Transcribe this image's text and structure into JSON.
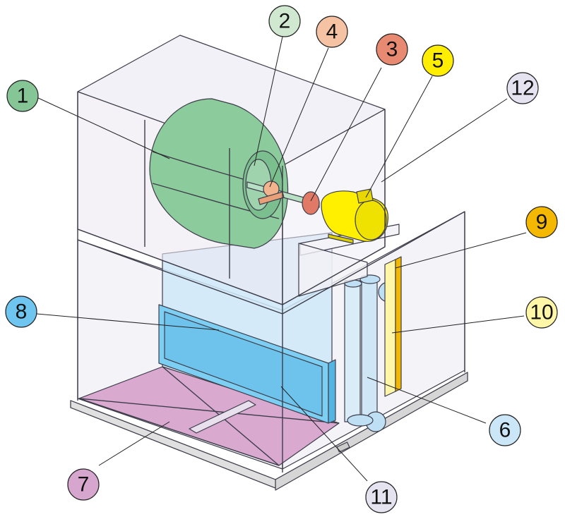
{
  "callouts": [
    {
      "id": "1",
      "label": "1",
      "color": "#86c596"
    },
    {
      "id": "2",
      "label": "2",
      "color": "#cfe8cf"
    },
    {
      "id": "3",
      "label": "3",
      "color": "#e88a72"
    },
    {
      "id": "4",
      "label": "4",
      "color": "#f5c2a4"
    },
    {
      "id": "5",
      "label": "5",
      "color": "#ffee00"
    },
    {
      "id": "6",
      "label": "6",
      "color": "#cbe6f7"
    },
    {
      "id": "7",
      "label": "7",
      "color": "#d7a6cf"
    },
    {
      "id": "8",
      "label": "8",
      "color": "#6ec6f0"
    },
    {
      "id": "9",
      "label": "9",
      "color": "#f5b800"
    },
    {
      "id": "10",
      "label": "10",
      "color": "#fff6a8"
    },
    {
      "id": "11",
      "label": "11",
      "color": "#e6e3f0"
    },
    {
      "id": "12",
      "label": "12",
      "color": "#e6e3f0"
    }
  ],
  "colors": {
    "fan": "#8ccc9c",
    "bearing": "#f2b48c",
    "pulley": "#e07a66",
    "motor": "#fff000",
    "coil": "#d9ecf8",
    "drain_pan": "#d9a9d0",
    "filter": "#7ccff3",
    "filter_side": "#ffee77",
    "casing": "#eceaf2",
    "inner_glass": "#cfe8f8",
    "base": "#e4e4e4"
  }
}
